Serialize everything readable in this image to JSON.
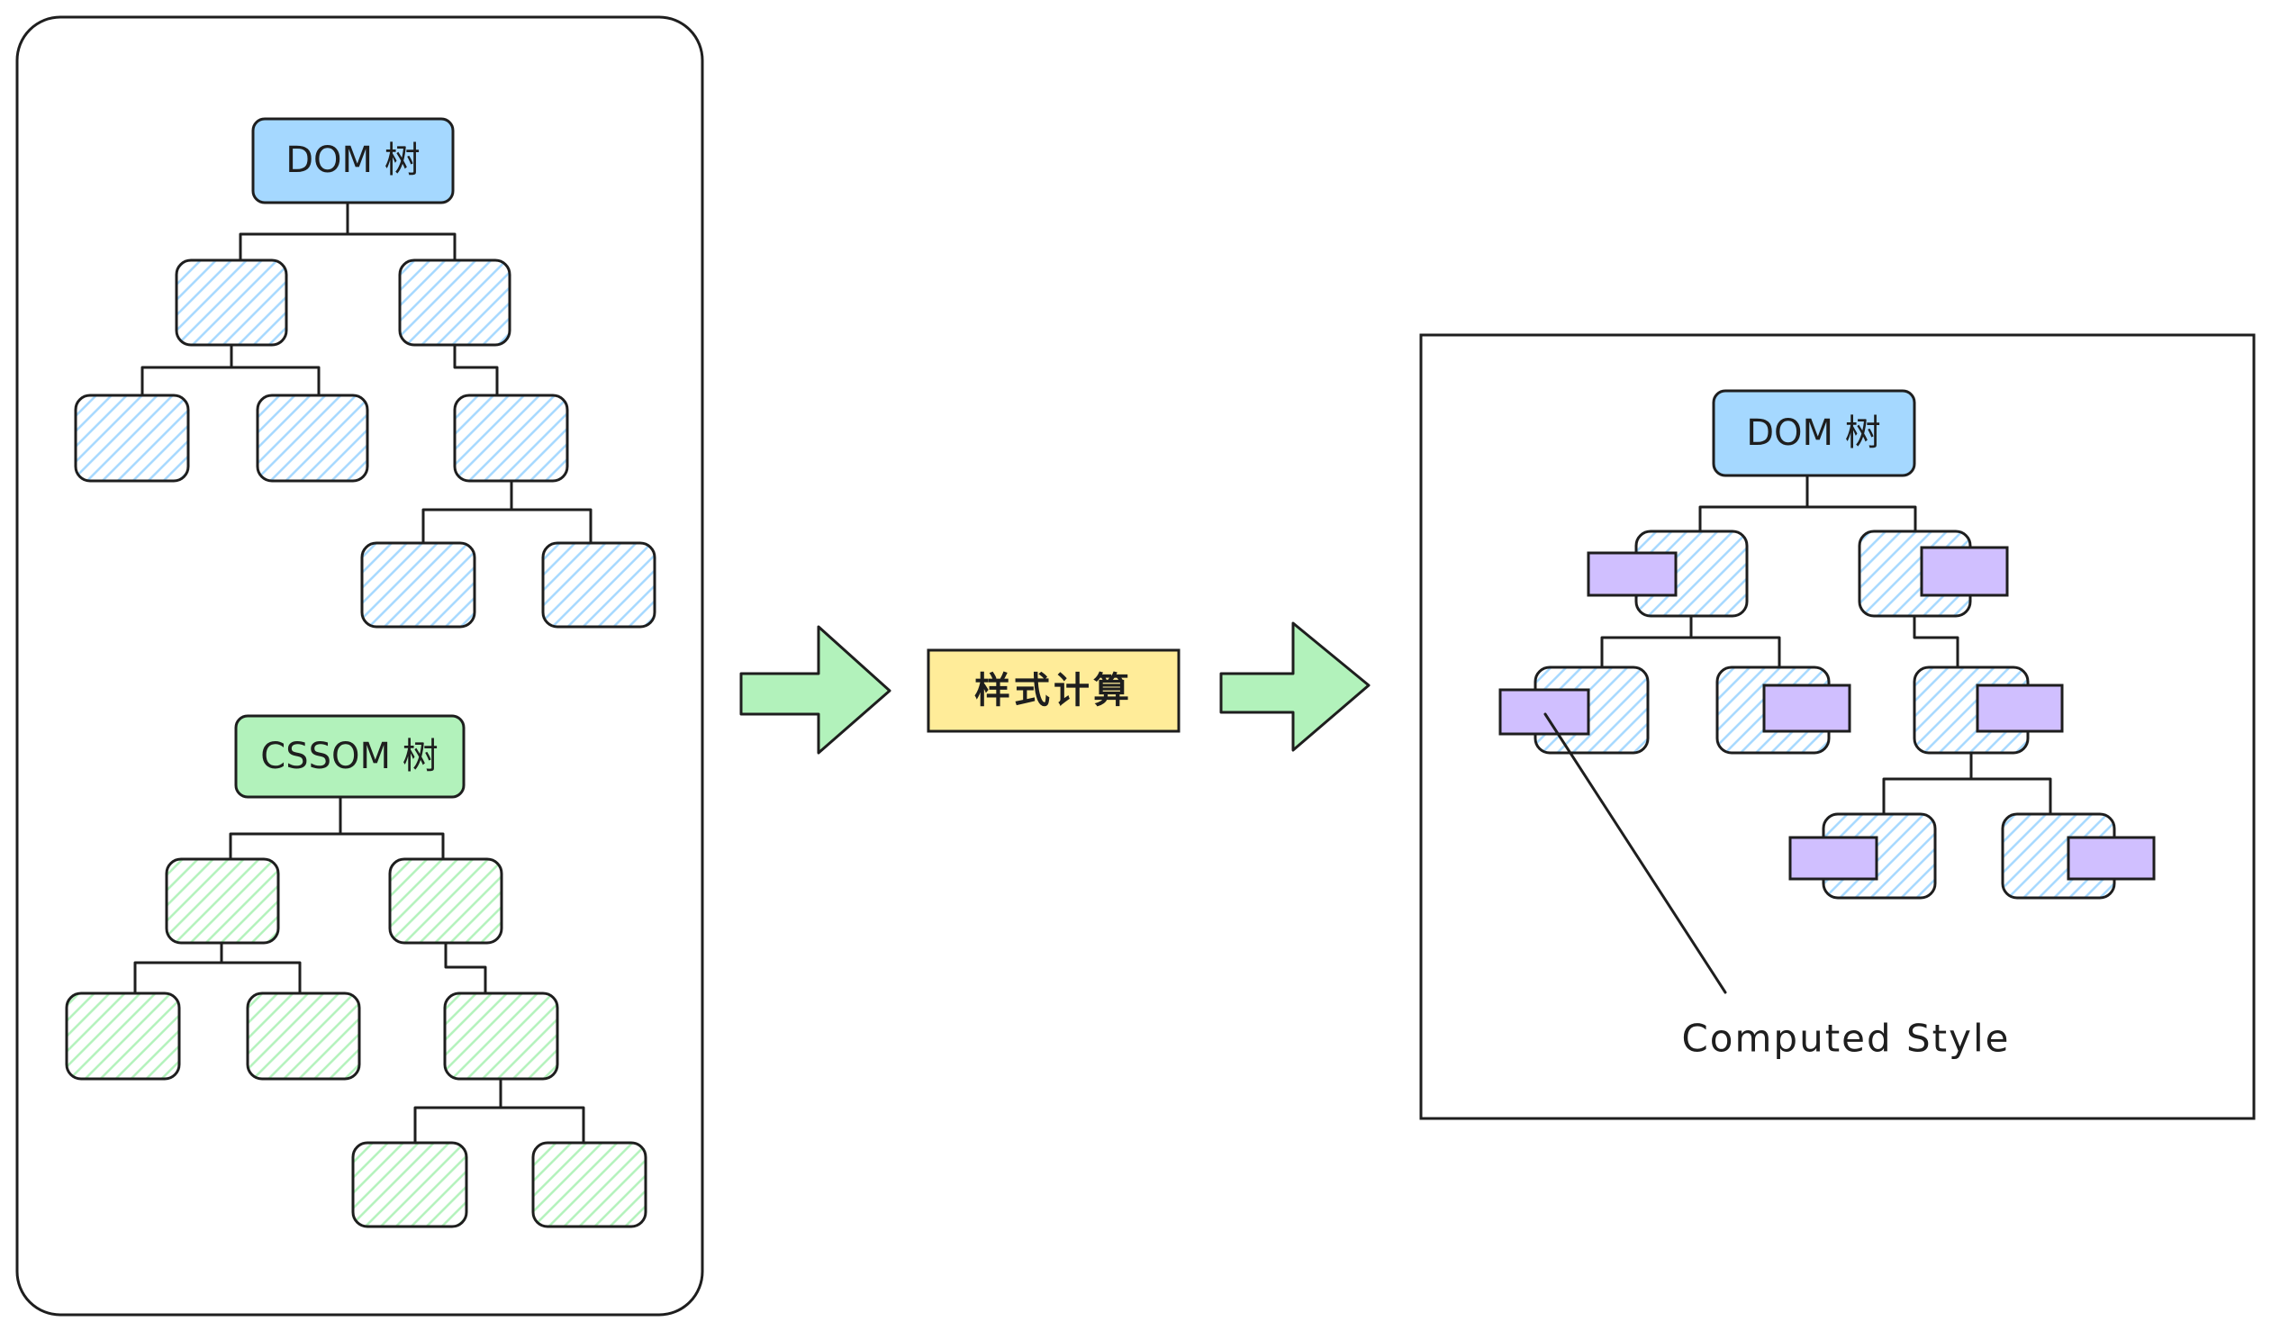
{
  "left_panel": {
    "dom_tree": {
      "label": "DOM 树"
    },
    "cssom_tree": {
      "label": "CSSOM 树"
    }
  },
  "process": {
    "label": "样式计算"
  },
  "right_panel": {
    "dom_tree": {
      "label": "DOM 树"
    },
    "annotation": "Computed Style"
  },
  "colors": {
    "dom": "#a5d8ff",
    "cssom": "#b2f2bb",
    "process": "#ffec99",
    "computed_style": "#d0bfff",
    "stroke": "#1e1e1e"
  }
}
